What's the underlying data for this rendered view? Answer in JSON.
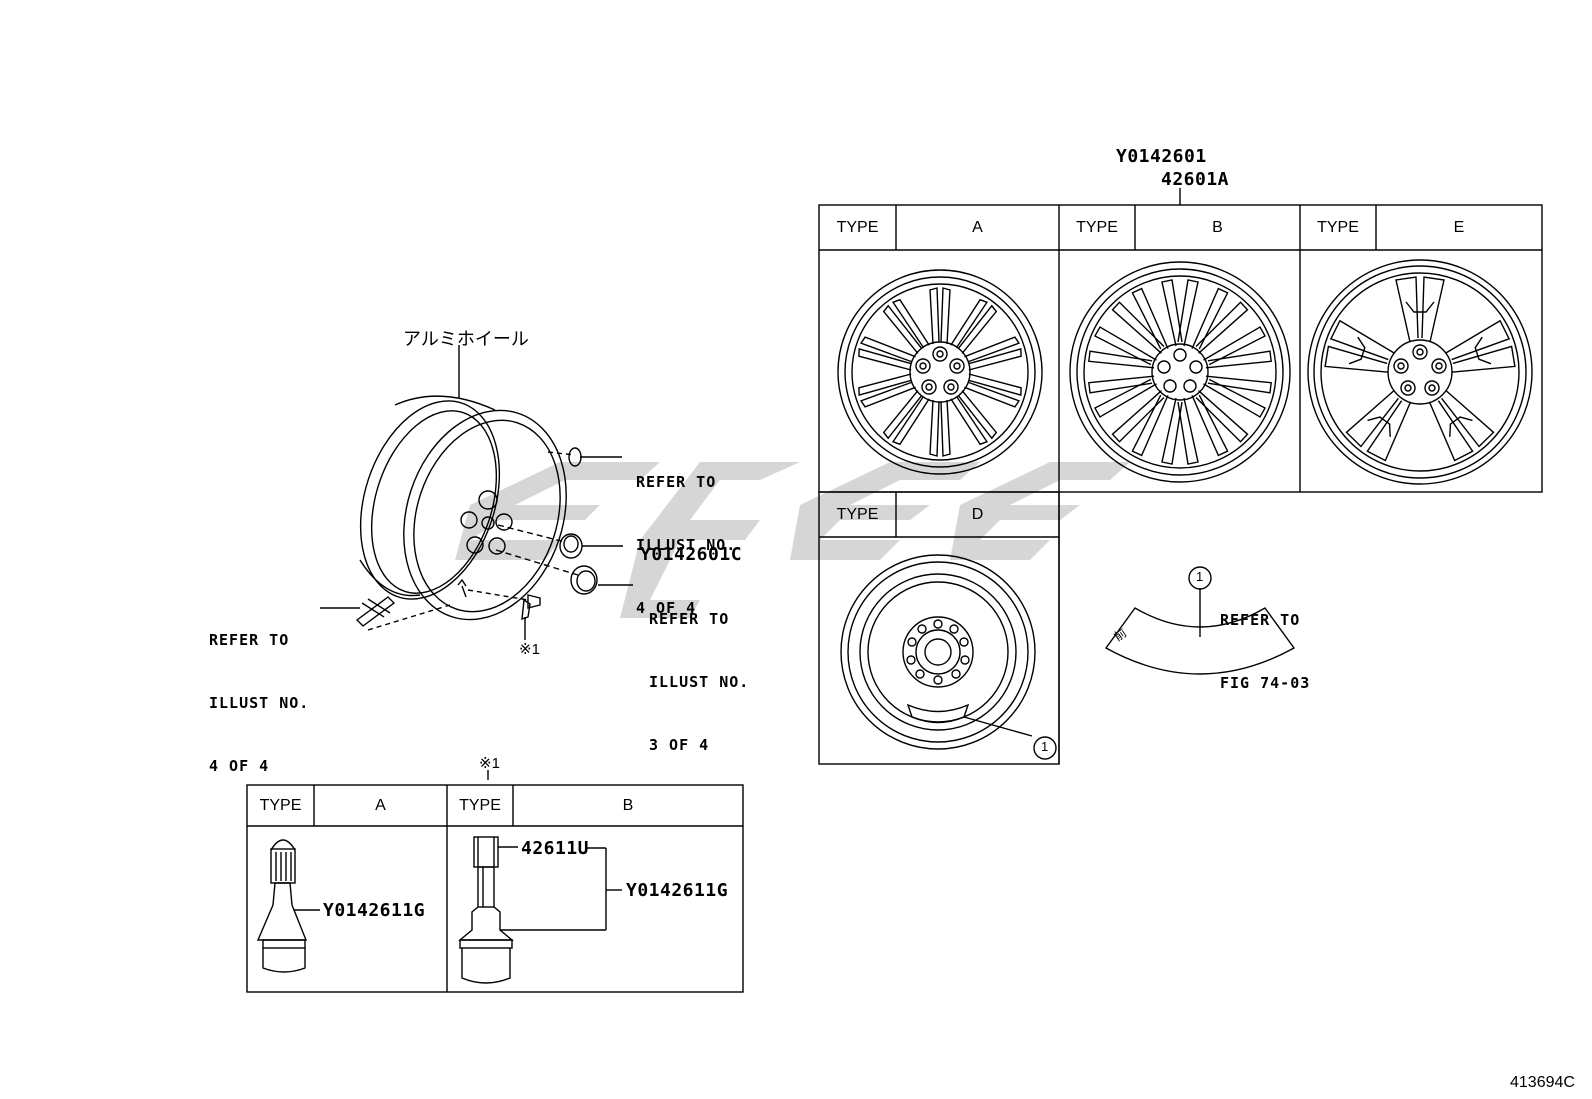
{
  "wheel": {
    "title": "アルミホイール",
    "refer_hub": [
      "REFER TO",
      "ILLUST NO.",
      "4 OF 4"
    ],
    "refer_weight": [
      "REFER TO",
      "ILLUST NO.",
      "4 OF 4"
    ],
    "refer_cap": [
      "REFER TO",
      "ILLUST NO.",
      "3 OF 4"
    ],
    "nut_part": "Y0142601C",
    "note_mark": "※1"
  },
  "valve_table": {
    "note_mark": "※1",
    "type_label": "TYPE",
    "type_a": "A",
    "type_b": "B",
    "part_a": "Y0142611G",
    "part_b_cap": "42611U",
    "part_b": "Y0142611G"
  },
  "wheel_table": {
    "part_main": "Y0142601",
    "part_sub": "42601A",
    "type_label": "TYPE",
    "types": [
      "A",
      "B",
      "E",
      "D"
    ],
    "callout": "1",
    "refer": [
      "REFER TO",
      "FIG 74-03"
    ]
  },
  "sticker_text": "前",
  "figure_id": "413694C"
}
